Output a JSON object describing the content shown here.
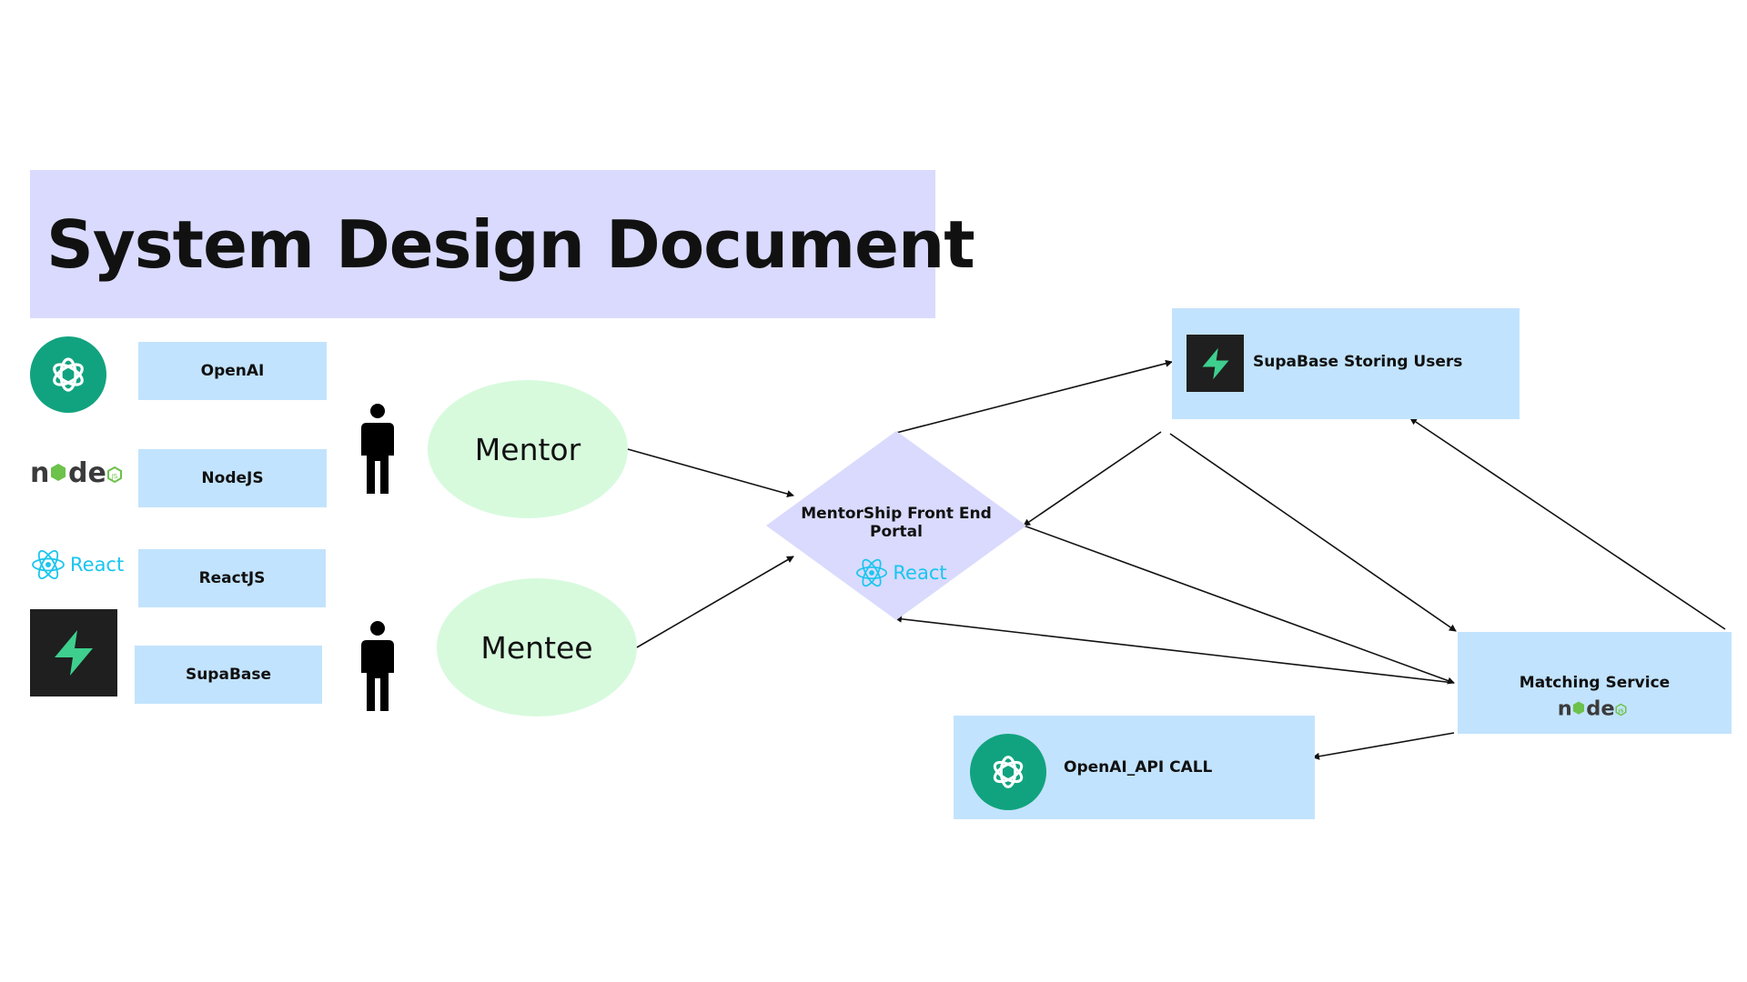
{
  "title": "System Design Document",
  "legend": {
    "openai_label": "OpenAI",
    "nodejs_label": "NodeJS",
    "reactjs_label": "ReactJS",
    "supabase_label": "SupaBase",
    "react_logo_text": "React",
    "node_logo_text": "node"
  },
  "actors": {
    "mentor": "Mentor",
    "mentee": "Mentee"
  },
  "nodes": {
    "frontend_line1": "MentorShip Front End",
    "frontend_line2": "Portal",
    "frontend_logo_text": "React",
    "supabase_users": "SupaBase Storing Users",
    "matching_service": "Matching Service",
    "matching_logo_text": "node",
    "openai_call": "OpenAI_API CALL"
  },
  "colors": {
    "title_banner": "#d9dafd",
    "box_fill": "#c2e3fd",
    "ellipse_fill": "#d7fadd",
    "diamond_fill": "#d9dafd",
    "openai_green": "#11a37f",
    "supabase_green": "#3ecf8e",
    "react_cyan": "#19c6ee",
    "node_green": "#6cc24a"
  }
}
